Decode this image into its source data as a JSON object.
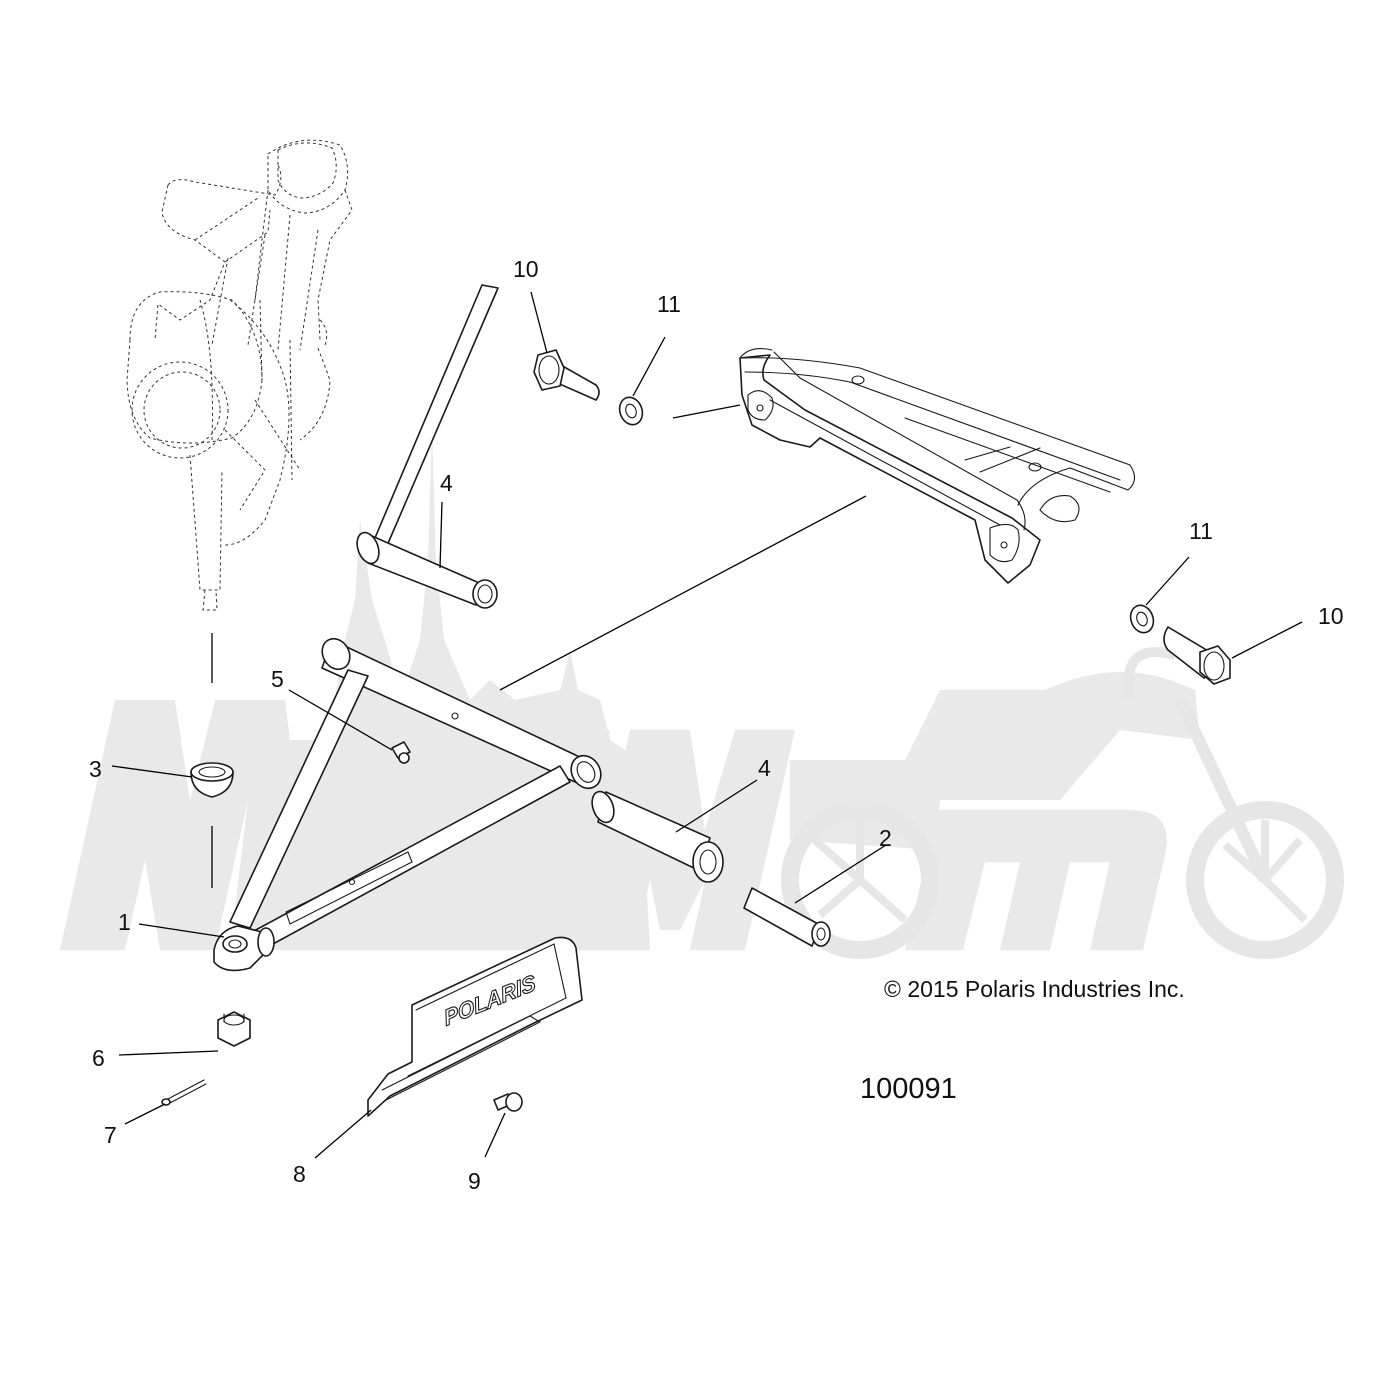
{
  "watermark": "NehMomo",
  "callouts": {
    "c1": "1",
    "c2": "2",
    "c3": "3",
    "c4a": "4",
    "c4b": "4",
    "c5": "5",
    "c6": "6",
    "c7": "7",
    "c8": "8",
    "c9": "9",
    "c10a": "10",
    "c10b": "10",
    "c11a": "11",
    "c11b": "11"
  },
  "guard_logo": "POLARIS",
  "copyright": "© 2015 Polaris Industries Inc.",
  "diagram_id": "100091"
}
